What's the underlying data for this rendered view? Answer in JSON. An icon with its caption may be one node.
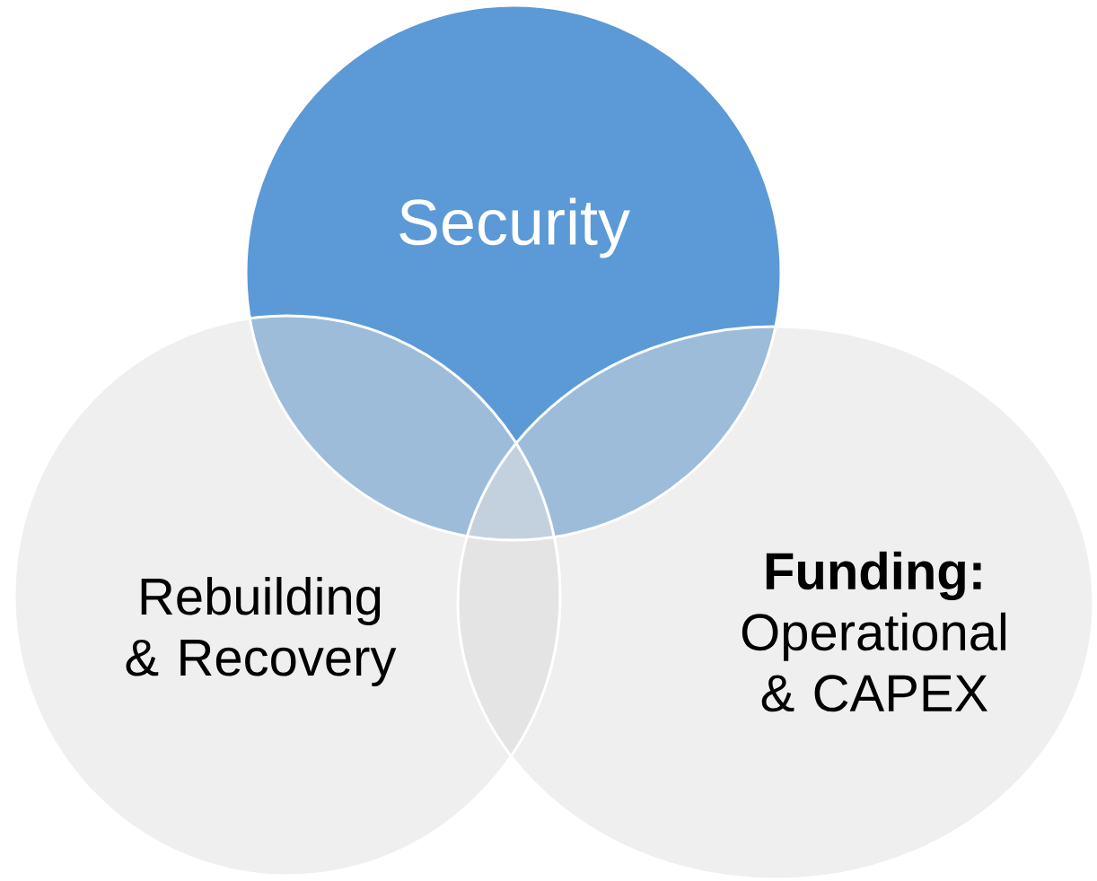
{
  "diagram": {
    "nodes": [
      {
        "text": [
          "Security"
        ]
      },
      {
        "text": [
          "Rebuilding & Recovery"
        ]
      },
      {
        "text": [
          "Funding:",
          "Operational & CAPEX"
        ]
      }
    ]
  }
}
